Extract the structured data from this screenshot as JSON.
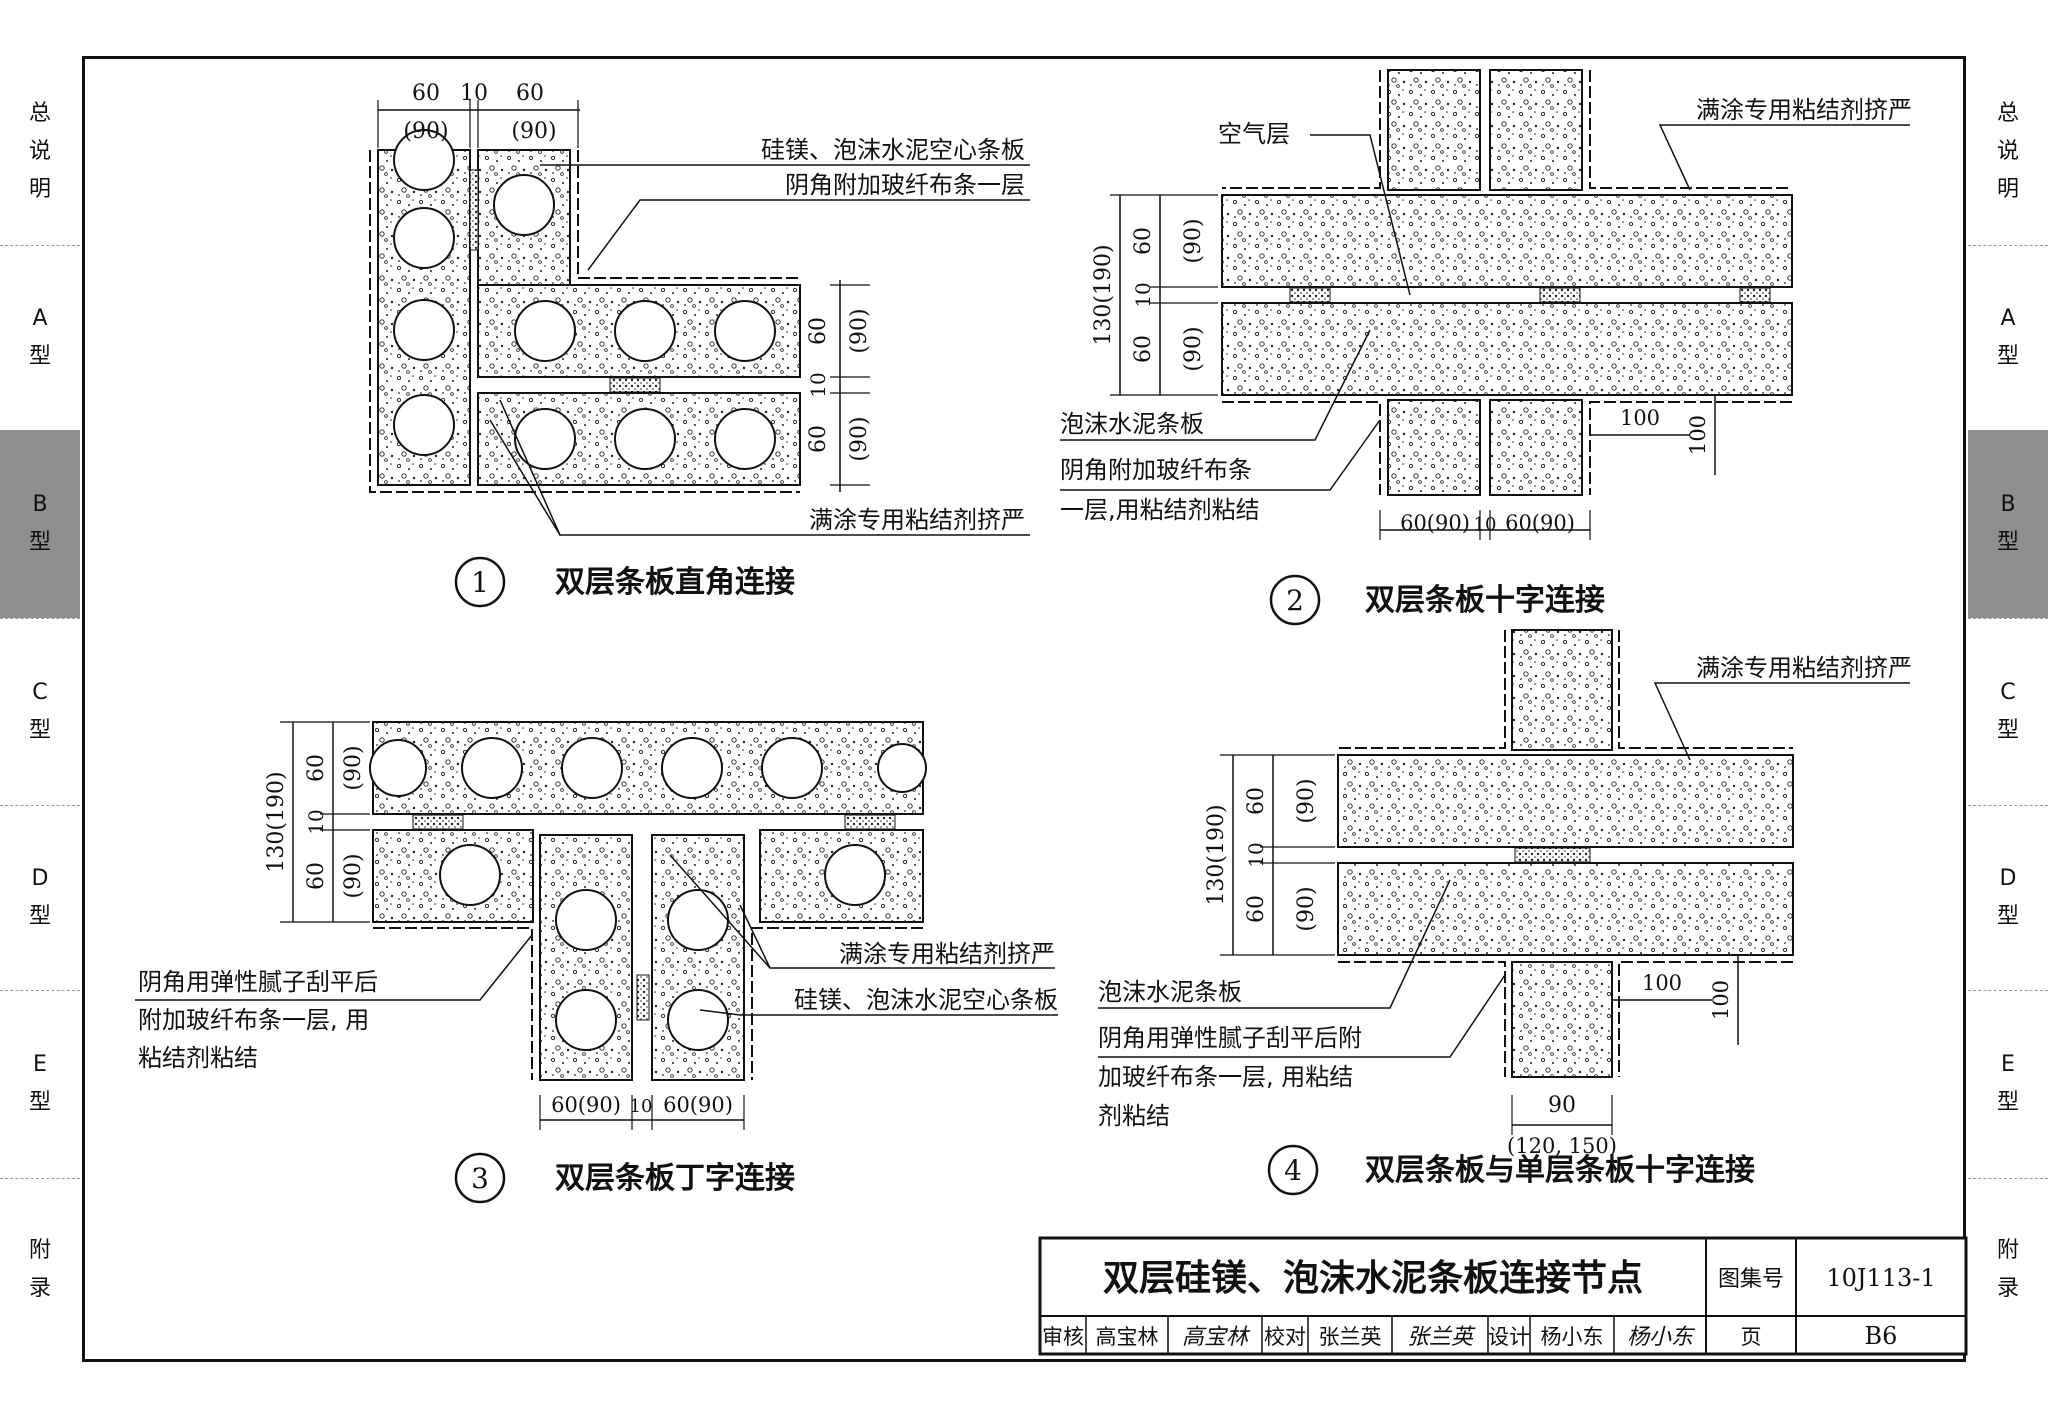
{
  "side_tabs_left": [
    {
      "id": "overview",
      "label": "总\n说\n明"
    },
    {
      "id": "A",
      "label": "A\n型"
    },
    {
      "id": "B",
      "label": "B\n型",
      "active": true
    },
    {
      "id": "C",
      "label": "C\n型"
    },
    {
      "id": "D",
      "label": "D\n型"
    },
    {
      "id": "E",
      "label": "E\n型"
    },
    {
      "id": "appendix",
      "label": "附\n录"
    }
  ],
  "side_tabs_right": [
    {
      "id": "overview",
      "label": "总\n说\n明"
    },
    {
      "id": "A",
      "label": "A\n型"
    },
    {
      "id": "B",
      "label": "B\n型",
      "active": true
    },
    {
      "id": "C",
      "label": "C\n型"
    },
    {
      "id": "D",
      "label": "D\n型"
    },
    {
      "id": "E",
      "label": "E\n型"
    },
    {
      "id": "appendix",
      "label": "附\n录"
    }
  ],
  "details": {
    "d1": {
      "num": "1",
      "title": "双层条板直角连接",
      "dims": {
        "top_a": "60",
        "top_b": "10",
        "top_c": "60",
        "top_a2": "(90)",
        "top_c2": "(90)",
        "side_a": "60",
        "side_b": "10",
        "side_c": "60",
        "side_a2": "(90)",
        "side_c2": "(90)"
      },
      "note_panel": "硅镁、泡沫水泥空心条板",
      "note_corner": "阴角附加玻纤布条一层",
      "note_glue": "满涂专用粘结剂挤严"
    },
    "d2": {
      "num": "2",
      "title": "双层条板十字连接",
      "dims": {
        "total": "130(190)",
        "a": "60",
        "b": "10",
        "c": "60",
        "a2": "(90)",
        "c2": "(90)",
        "bottom": "60(90)",
        "bottom_gap": "10",
        "bottom2": "60(90)",
        "off_h": "100",
        "off_v": "100"
      },
      "note_air": "空气层",
      "note_glue": "满涂专用粘结剂挤严",
      "note_panel": "泡沫水泥条板",
      "note_corner_1": "阴角附加玻纤布条",
      "note_corner_2": "一层,用粘结剂粘结"
    },
    "d3": {
      "num": "3",
      "title": "双层条板丁字连接",
      "dims": {
        "total": "130(190)",
        "a": "60",
        "b": "10",
        "c": "60",
        "a2": "(90)",
        "c2": "(90)",
        "bottom": "60(90)",
        "bottom_gap": "10",
        "bottom2": "60(90)"
      },
      "note_corner_1": "阴角用弹性腻子刮平后",
      "note_corner_2": "附加玻纤布条一层, 用",
      "note_corner_3": "粘结剂粘结",
      "note_glue": "满涂专用粘结剂挤严",
      "note_panel": "硅镁、泡沫水泥空心条板"
    },
    "d4": {
      "num": "4",
      "title": "双层条板与单层条板十字连接",
      "dims": {
        "total": "130(190)",
        "a": "60",
        "b": "10",
        "c": "60",
        "a2": "(90)",
        "c2": "(90)",
        "off_h": "100",
        "off_v": "100",
        "bottom": "90",
        "bottom2": "(120, 150)"
      },
      "note_glue": "满涂专用粘结剂挤严",
      "note_panel": "泡沫水泥条板",
      "note_corner_1": "阴角用弹性腻子刮平后附",
      "note_corner_2": "加玻纤布条一层, 用粘结",
      "note_corner_3": "剂粘结"
    }
  },
  "title_block": {
    "title": "双层硅镁、泡沫水泥条板连接节点",
    "atlas_label": "图集号",
    "atlas_no": "10J113-1",
    "review_label": "审核",
    "review_name": "高宝林",
    "review_sig": "高宝林",
    "check_label": "校对",
    "check_name": "张兰英",
    "check_sig": "张兰英",
    "design_label": "设计",
    "design_name": "杨小东",
    "design_sig": "杨小东",
    "page_label": "页",
    "page_no": "B6"
  }
}
